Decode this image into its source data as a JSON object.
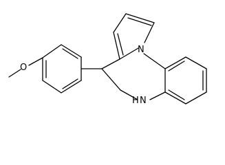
{
  "structure": {
    "atom_labels": {
      "ring_nitrogen": "N",
      "amine": "N",
      "amine_hydrogen": "H",
      "ether_oxygen": "O"
    }
  }
}
